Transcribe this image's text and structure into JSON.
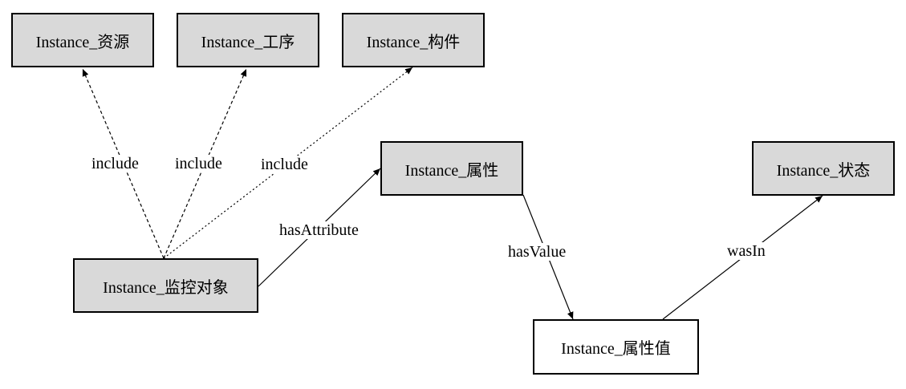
{
  "colors": {
    "node_fill_gray": "#d9d9d9",
    "node_fill_white": "#ffffff",
    "stroke": "#000000"
  },
  "nodes": {
    "resource": "Instance_资源",
    "process": "Instance_工序",
    "component": "Instance_构件",
    "attribute": "Instance_属性",
    "state": "Instance_状态",
    "monitor_object": "Instance_监控对象",
    "attribute_value": "Instance_属性值"
  },
  "edges": {
    "include_resource": "include",
    "include_process": "include",
    "include_component": "include",
    "has_attribute": "hasAttribute",
    "has_value": "hasValue",
    "was_in": "wasIn"
  }
}
